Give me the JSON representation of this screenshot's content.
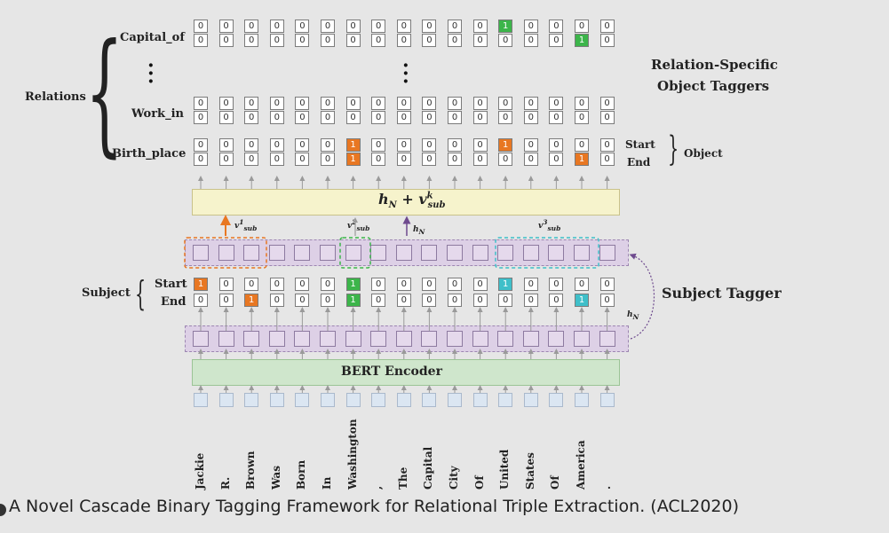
{
  "relations": {
    "group_label": "Relations",
    "rows": [
      {
        "name": "Capital_of",
        "start": [
          0,
          0,
          0,
          0,
          0,
          0,
          0,
          0,
          0,
          0,
          0,
          0,
          1,
          0,
          0,
          0,
          0
        ],
        "end": [
          0,
          0,
          0,
          0,
          0,
          0,
          0,
          0,
          0,
          0,
          0,
          0,
          0,
          0,
          0,
          1,
          0
        ],
        "color": "green"
      },
      {
        "name": "Work_in",
        "start": [
          0,
          0,
          0,
          0,
          0,
          0,
          0,
          0,
          0,
          0,
          0,
          0,
          0,
          0,
          0,
          0,
          0
        ],
        "end": [
          0,
          0,
          0,
          0,
          0,
          0,
          0,
          0,
          0,
          0,
          0,
          0,
          0,
          0,
          0,
          0,
          0
        ],
        "color": "none"
      },
      {
        "name": "Birth_place",
        "start": [
          0,
          0,
          0,
          0,
          0,
          0,
          1,
          0,
          0,
          0,
          0,
          0,
          1,
          0,
          0,
          0,
          0
        ],
        "end": [
          0,
          0,
          0,
          0,
          0,
          0,
          1,
          0,
          0,
          0,
          0,
          0,
          0,
          0,
          0,
          1,
          0
        ],
        "color": "orange"
      }
    ]
  },
  "object_taggers_label_line1": "Relation-Specific",
  "object_taggers_label_line2": "Object Taggers",
  "object_start_label": "Start",
  "object_end_label": "End",
  "object_label": "Object",
  "fusion_formula": "h_N + v_sub^k",
  "v_sub_labels": [
    "v_sub^1",
    "v_sub^2",
    "v_sub^3"
  ],
  "h_n_label": "h_N",
  "subject": {
    "label": "Subject",
    "start_label": "Start",
    "end_label": "End",
    "start": [
      1,
      0,
      0,
      0,
      0,
      0,
      1,
      0,
      0,
      0,
      0,
      0,
      1,
      0,
      0,
      0,
      0
    ],
    "end": [
      0,
      0,
      1,
      0,
      0,
      0,
      1,
      0,
      0,
      0,
      0,
      0,
      0,
      0,
      0,
      1,
      0
    ],
    "start_colors": [
      "orange",
      "",
      "",
      "",
      "",
      "",
      "green",
      "",
      "",
      "",
      "",
      "",
      "teal",
      "",
      "",
      "",
      ""
    ],
    "end_colors": [
      "",
      "",
      "orange",
      "",
      "",
      "",
      "green",
      "",
      "",
      "",
      "",
      "",
      "",
      "",
      "",
      "teal",
      ""
    ]
  },
  "subject_tagger_label": "Subject Tagger",
  "encoder_label": "BERT Encoder",
  "tokens": [
    "Jackie",
    "R.",
    "Brown",
    "Was",
    "Born",
    "In",
    "Washington",
    ",",
    "The",
    "Capital",
    "City",
    "Of",
    "United",
    "States",
    "Of",
    "America",
    "."
  ],
  "caption": "A Novel Cascade Binary Tagging Framework for Relational Triple Extraction. (ACL2020)",
  "colors": {
    "orange": "#e87722",
    "green": "#3cb54a",
    "teal": "#3fbfc9",
    "purple_bg": "#e5d9ec",
    "yellow_bg": "#f6f3cc",
    "green_bg": "#cfe6cc"
  }
}
